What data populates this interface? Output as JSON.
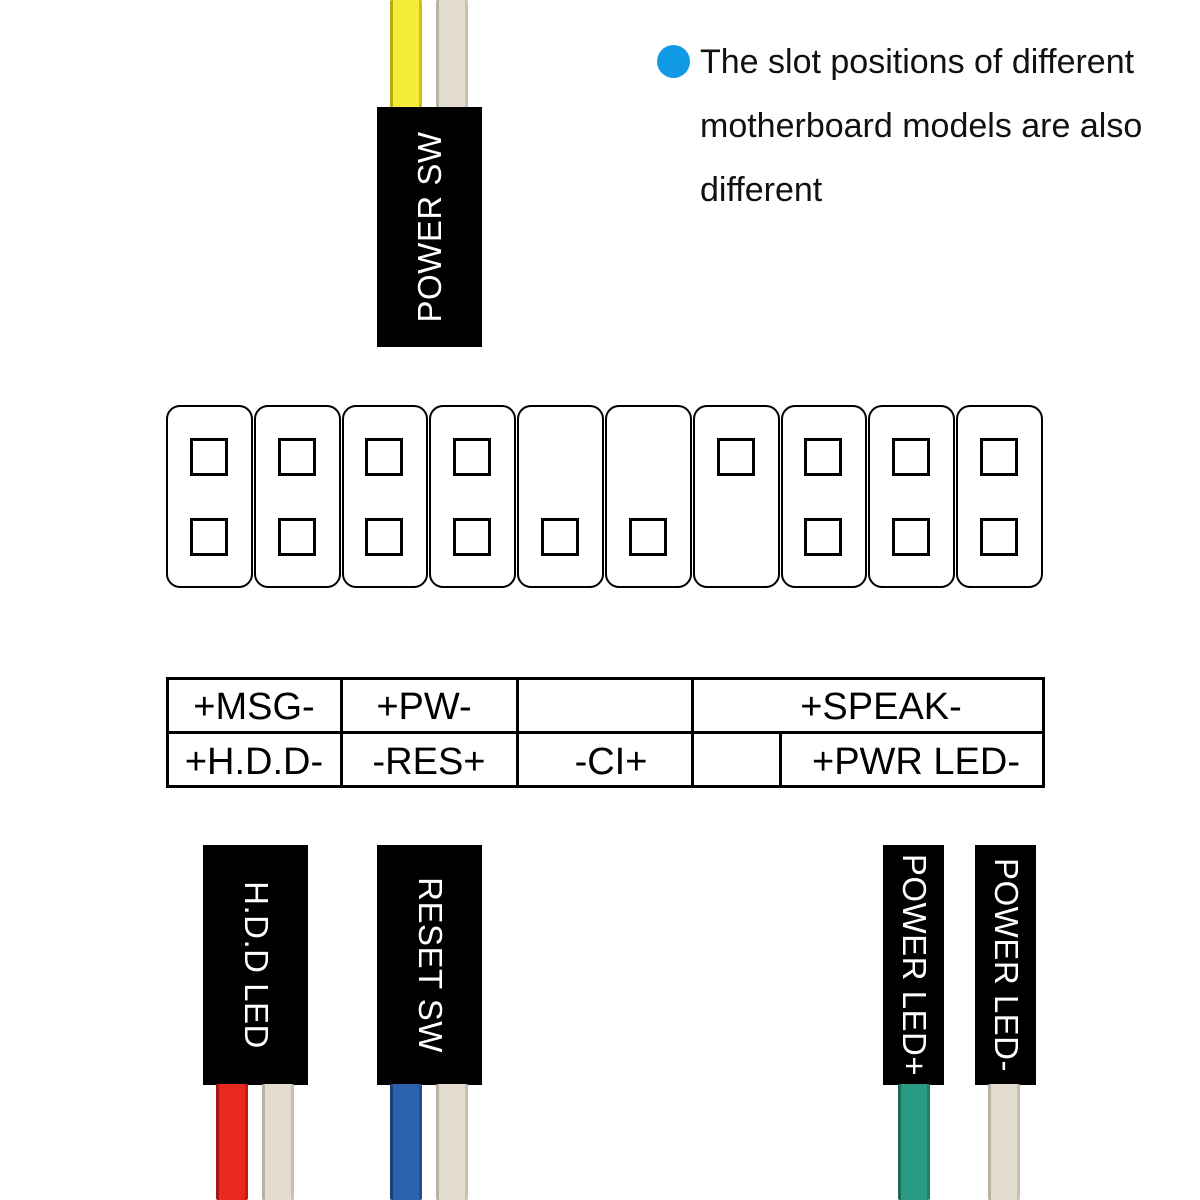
{
  "note": {
    "lines": [
      "The slot positions of different",
      "motherboard models are also",
      "different"
    ],
    "bullet_color": "#109ae6"
  },
  "connectors": {
    "power_sw": {
      "label": "POWER SW",
      "wire_colors": [
        "#f4ed3a",
        "#e3ddd0"
      ]
    },
    "hdd_led": {
      "label": "H.D.D LED",
      "wire_colors": [
        "#e8291f",
        "#e3ddd0"
      ]
    },
    "reset_sw": {
      "label": "RESET SW",
      "wire_colors": [
        "#2c62ad",
        "#e3ddd0"
      ]
    },
    "power_led_plus": {
      "label": "POWER LED+",
      "wire_colors": [
        "#2a9a85"
      ]
    },
    "power_led_minus": {
      "label": "POWER LED-",
      "wire_colors": [
        "#e3ddd0"
      ]
    }
  },
  "header": {
    "slot_count": 10,
    "top_row_pins": [
      true,
      true,
      true,
      true,
      false,
      false,
      true,
      true,
      true,
      true
    ],
    "bottom_row_pins": [
      true,
      true,
      true,
      true,
      true,
      true,
      false,
      true,
      true,
      true
    ]
  },
  "pin_labels": {
    "top_row": [
      "+MSG-",
      "+PW-",
      "",
      "+SPEAK-"
    ],
    "bottom_row": [
      "+H.D.D-",
      "-RES+",
      "-CI+",
      "",
      "+PWR LED-"
    ]
  }
}
